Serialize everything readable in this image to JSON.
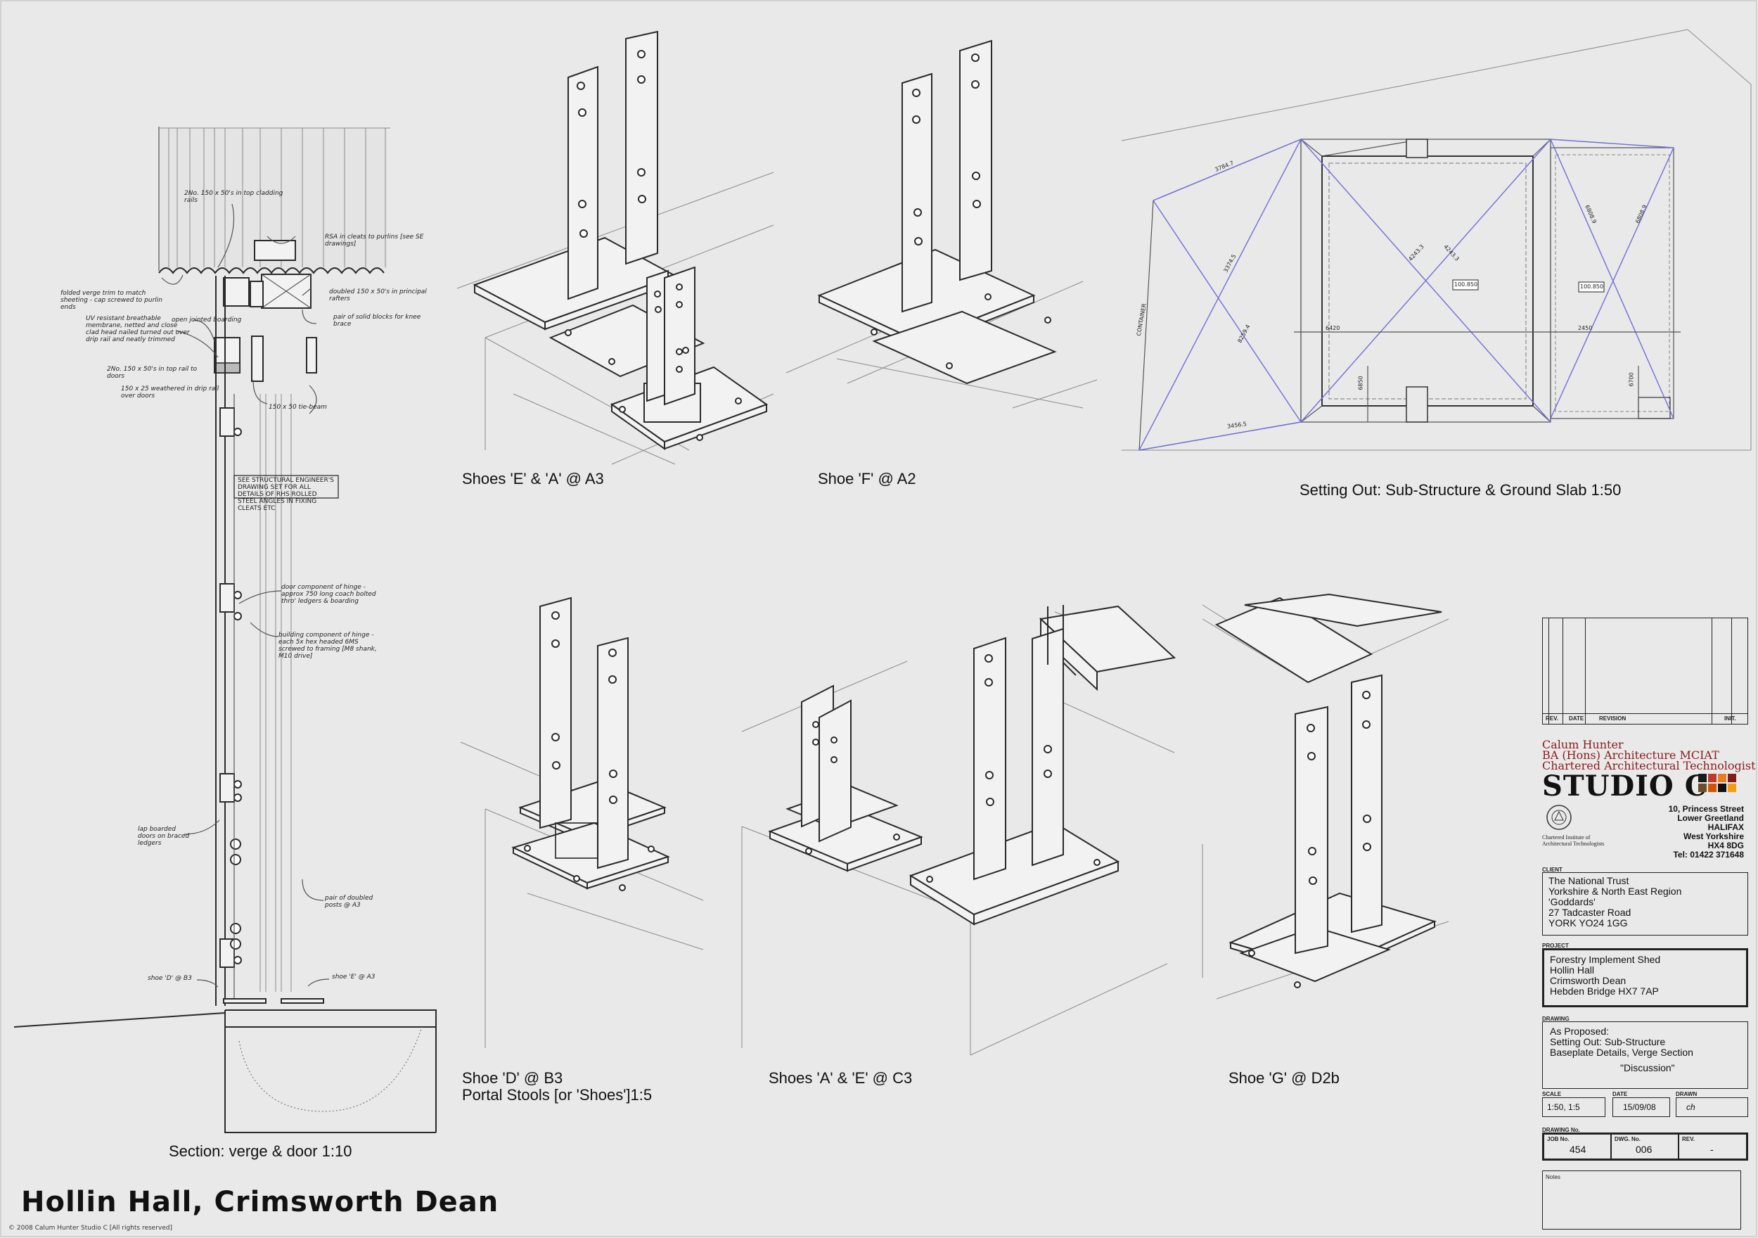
{
  "sheet_title": "Hollin Hall, Crimsworth Dean",
  "copyright": "© 2008 Calum Hunter Studio C [All rights reserved]",
  "captions": {
    "shoes_ea_a3": "Shoes 'E' & 'A' @ A3",
    "shoe_f_a2": "Shoe 'F' @ A2",
    "setting_out": "Setting Out: Sub-Structure & Ground Slab 1:50",
    "shoe_d_b3": "Shoe 'D' @ B3",
    "portal_stools": "Portal Stools [or 'Shoes']1:5",
    "shoes_ae_c3": "Shoes 'A' & 'E' @ C3",
    "shoe_g_d2b": "Shoe 'G' @ D2b",
    "section": "Section: verge & door 1:10"
  },
  "section_notes": {
    "n1": "2No. 150 x 50's in top cladding rails",
    "n2": "RSA in cleats to purlins [see SE drawings]",
    "n3": "folded verge trim to match sheeting - cap screwed to purlin ends",
    "n4": "doubled 150 x 50's in principal rafters",
    "n5": "UV resistant breathable membrane, netted and close clad head nailed turned out over drip rail and neatly trimmed",
    "n6": "open jointed boarding",
    "n7": "pair of solid blocks for knee brace",
    "n8": "2No. 150 x 50's in top rail to doors",
    "n9": "150 x 25 weathered in drip rail over doors",
    "n10": "150 x 50 tie-beam",
    "n11": "SEE STRUCTURAL ENGINEER'S DRAWING SET FOR ALL DETAILS OF RHS ROLLED STEEL ANGLES IN FIXING CLEATS ETC",
    "n12": "door component of hinge - approx 750 long coach bolted thro' ledgers & boarding",
    "n13": "building component of hinge - each 5x hex headed 6MS screwed to framing [M8 shank, M10 drive]",
    "n14": "lap boarded doors on braced ledgers",
    "n15": "pair of doubled posts @ A3",
    "n16": "shoe 'D' @ B3",
    "n17": "shoe 'E' @ A3"
  },
  "setting_out_dims": [
    "3784.7",
    "3374.5",
    "8259.4",
    "3456.5",
    "6420",
    "2450",
    "100.850",
    "100.850",
    "4243.3",
    "4243.3",
    "6808.9",
    "6808.9",
    "6850",
    "6700",
    "CONTAINER"
  ],
  "title_block": {
    "revision_headers": [
      "REV.",
      "DATE",
      "REVISION",
      "INIT."
    ],
    "designer_name": "Calum Hunter",
    "designer_qual": "BA (Hons) Architecture MCIAT",
    "designer_role": "Chartered Architectural Technologist",
    "studio": "STUDIO C",
    "address": [
      "10, Princess Street",
      "Lower Greetland",
      "HALIFAX",
      "West Yorkshire",
      "HX4 8DG",
      "Tel: 01422 371648"
    ],
    "institute": "Chartered Institute of Architectural Technologists",
    "client_label": "CLIENT",
    "client": [
      "The National Trust",
      "Yorkshire & North East Region",
      "'Goddards'",
      "27 Tadcaster Road",
      "YORK YO24 1GG"
    ],
    "project_label": "PROJECT",
    "project": [
      "Forestry Implement Shed",
      "Hollin Hall",
      "Crimsworth Dean",
      "Hebden Bridge HX7 7AP"
    ],
    "drawing_label": "DRAWING",
    "drawing": [
      "As Proposed:",
      "Setting Out: Sub-Structure",
      "Baseplate Details, Verge Section"
    ],
    "status": "\"Discussion\"",
    "scale_label": "SCALE",
    "scale": "1:50, 1:5",
    "date_label": "DATE",
    "date": "15/09/08",
    "drawn_label": "DRAWN",
    "drawn": "ch",
    "drawing_no_label": "DRAWING No.",
    "job_no_label": "JOB No.",
    "job_no": "454",
    "dwg_no_label": "DWG. No.",
    "dwg_no": "006",
    "rev_label": "REV.",
    "rev": "-",
    "notes_label": "Notes"
  },
  "colors": {
    "background": "#e9e9e9",
    "line": "#2a2a2a",
    "setting_out_diagonals": "#6f6fd8",
    "brand_text": "#8b1a1a",
    "swatches": [
      "#1a1a1a",
      "#c0392b",
      "#e67e22",
      "#7f1d1d",
      "#6b4f2a",
      "#d35400",
      "#111111",
      "#f39c12"
    ]
  }
}
